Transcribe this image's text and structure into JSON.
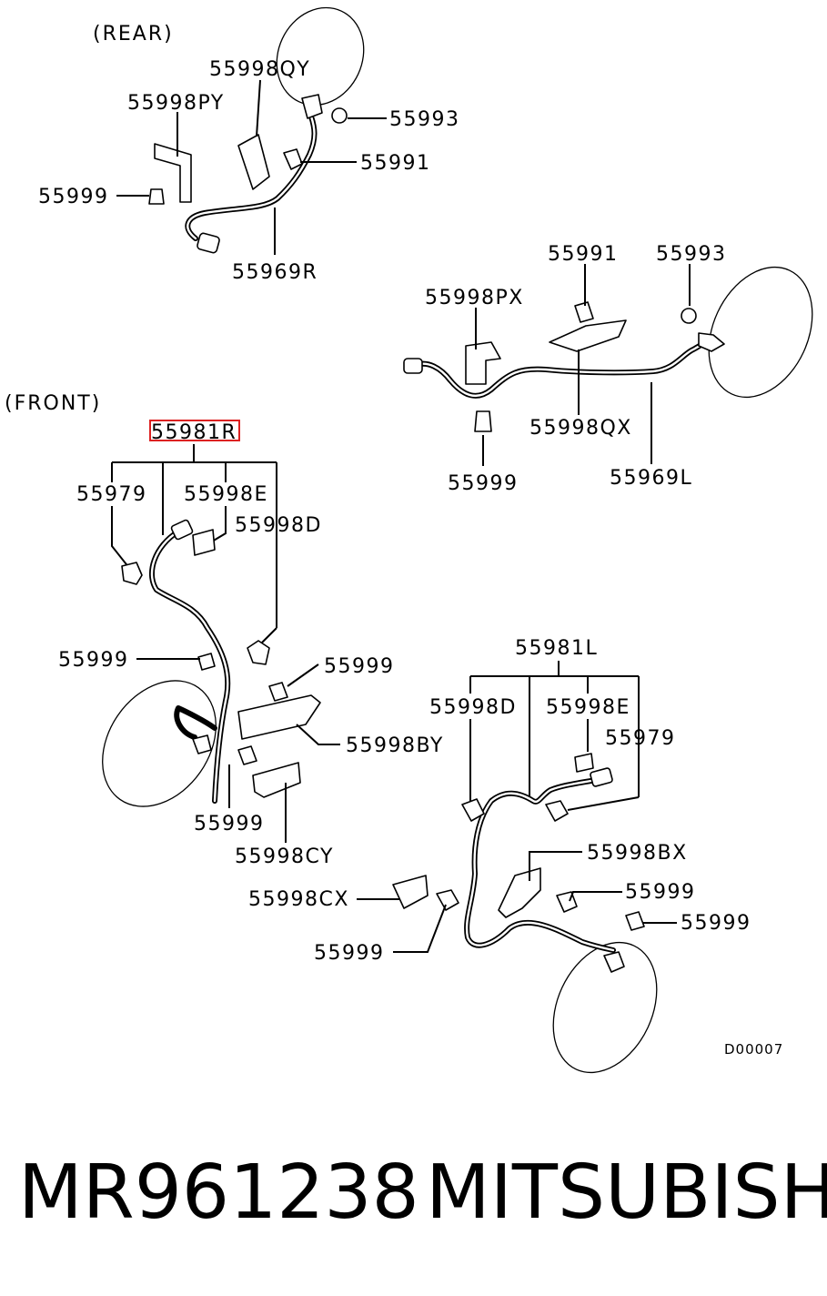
{
  "sections": {
    "rear": "(REAR)",
    "front": "(FRONT)"
  },
  "labels": {
    "rear_55998QY": "55998QY",
    "rear_55998PY": "55998PY",
    "rear_55993": "55993",
    "rear_55991": "55991",
    "rear_55999": "55999",
    "rear_55969R": "55969R",
    "rearL_55991": "55991",
    "rearL_55993": "55993",
    "rearL_55998PX": "55998PX",
    "rearL_55998QX": "55998QX",
    "rearL_55999": "55999",
    "rearL_55969L": "55969L",
    "front_55981R": "55981R",
    "front_55979": "55979",
    "front_55998E": "55998E",
    "front_55998D": "55998D",
    "front_55999_a": "55999",
    "front_55999_b": "55999",
    "front_55998BY": "55998BY",
    "front_55999_c": "55999",
    "front_55998CY": "55998CY",
    "frontL_55981L": "55981L",
    "frontL_55998D": "55998D",
    "frontL_55998E": "55998E",
    "frontL_55979": "55979",
    "frontL_55998BX": "55998BX",
    "frontL_55999_a": "55999",
    "frontL_55998CX": "55998CX",
    "frontL_55999_b": "55999",
    "frontL_55999_c": "55999"
  },
  "drawing_code": "D00007",
  "footer": {
    "part_number": "MR961238",
    "brand": "MITSUBISHI"
  },
  "highlight_color": "#dd2222"
}
